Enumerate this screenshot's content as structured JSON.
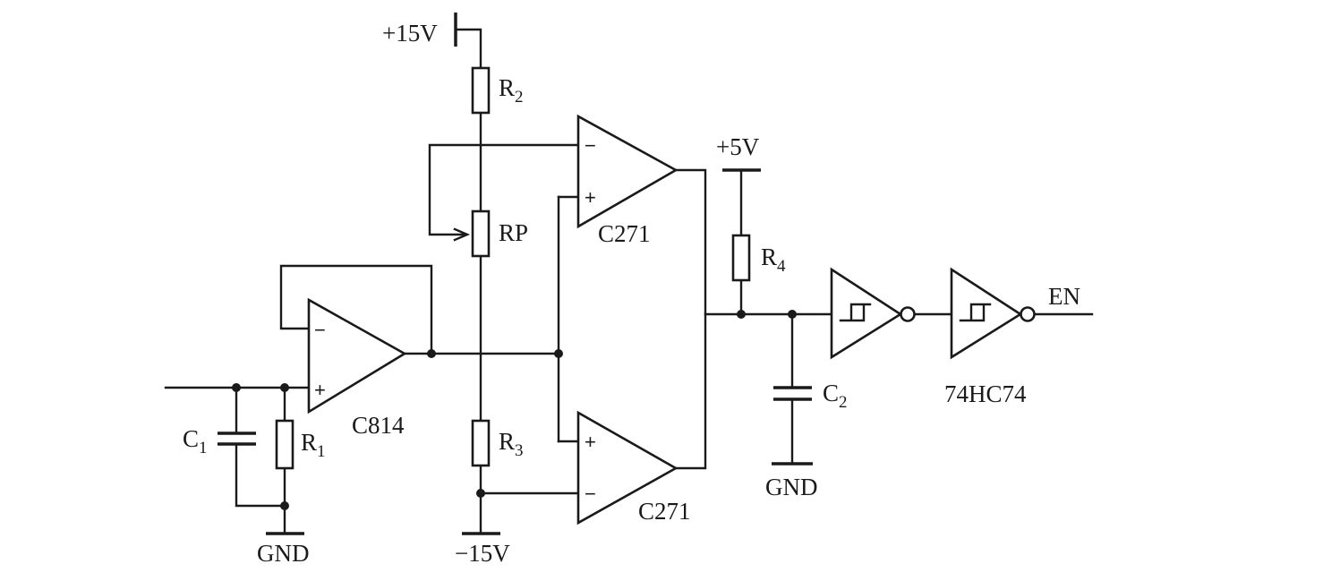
{
  "supplies": {
    "positive_15v": "+15V",
    "positive_5v": "+5V",
    "negative_15v": "−15V"
  },
  "grounds": {
    "left": "GND",
    "right": "GND"
  },
  "components": {
    "r1": {
      "letter": "R",
      "index": "1"
    },
    "r2": {
      "letter": "R",
      "index": "2"
    },
    "r3": {
      "letter": "R",
      "index": "3"
    },
    "r4": {
      "letter": "R",
      "index": "4"
    },
    "rp": "RP",
    "c1": {
      "letter": "C",
      "index": "1"
    },
    "c2": {
      "letter": "C",
      "index": "2"
    },
    "follower": "C814",
    "comparator_upper": "C271",
    "comparator_lower": "C271",
    "schmitt": "74HC74"
  },
  "pins": {
    "minus": "−",
    "plus": "+"
  },
  "output": "EN"
}
